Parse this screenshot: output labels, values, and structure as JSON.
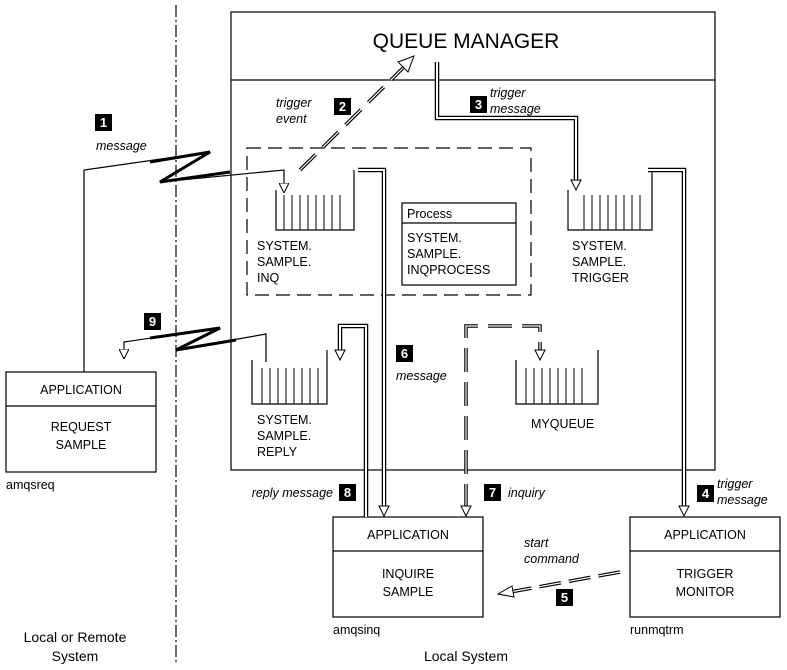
{
  "queue_manager": {
    "title": "QUEUE MANAGER"
  },
  "queues": {
    "inq": {
      "line1": "SYSTEM.",
      "line2": "SAMPLE.",
      "line3": "INQ"
    },
    "trigger": {
      "line1": "SYSTEM.",
      "line2": "SAMPLE.",
      "line3": "TRIGGER"
    },
    "reply": {
      "line1": "SYSTEM.",
      "line2": "SAMPLE.",
      "line3": "REPLY"
    },
    "myqueue": {
      "line1": "MYQUEUE"
    }
  },
  "process": {
    "header": "Process",
    "line1": "SYSTEM.",
    "line2": "SAMPLE.",
    "line3": "INQPROCESS"
  },
  "applications": {
    "request": {
      "header": "APPLICATION",
      "line1": "REQUEST",
      "line2": "SAMPLE",
      "program": "amqsreq"
    },
    "inquire": {
      "header": "APPLICATION",
      "line1": "INQUIRE",
      "line2": "SAMPLE",
      "program": "amqsinq"
    },
    "trigger_monitor": {
      "header": "APPLICATION",
      "line1": "TRIGGER",
      "line2": "MONITOR",
      "program": "runmqtrm"
    }
  },
  "steps": [
    {
      "number": "1",
      "line1": "message",
      "line2": ""
    },
    {
      "number": "2",
      "line1": "trigger",
      "line2": "event"
    },
    {
      "number": "3",
      "line1": "trigger",
      "line2": "message"
    },
    {
      "number": "4",
      "line1": "trigger",
      "line2": "message"
    },
    {
      "number": "5",
      "line1": "start",
      "line2": "command"
    },
    {
      "number": "6",
      "line1": "message",
      "line2": ""
    },
    {
      "number": "7",
      "line1": "inquiry",
      "line2": ""
    },
    {
      "number": "8",
      "line1": "reply message",
      "line2": ""
    },
    {
      "number": "9",
      "line1": "",
      "line2": ""
    }
  ],
  "systems": {
    "left": {
      "line1": "Local or Remote",
      "line2": "System"
    },
    "right": {
      "line1": "Local System"
    }
  }
}
